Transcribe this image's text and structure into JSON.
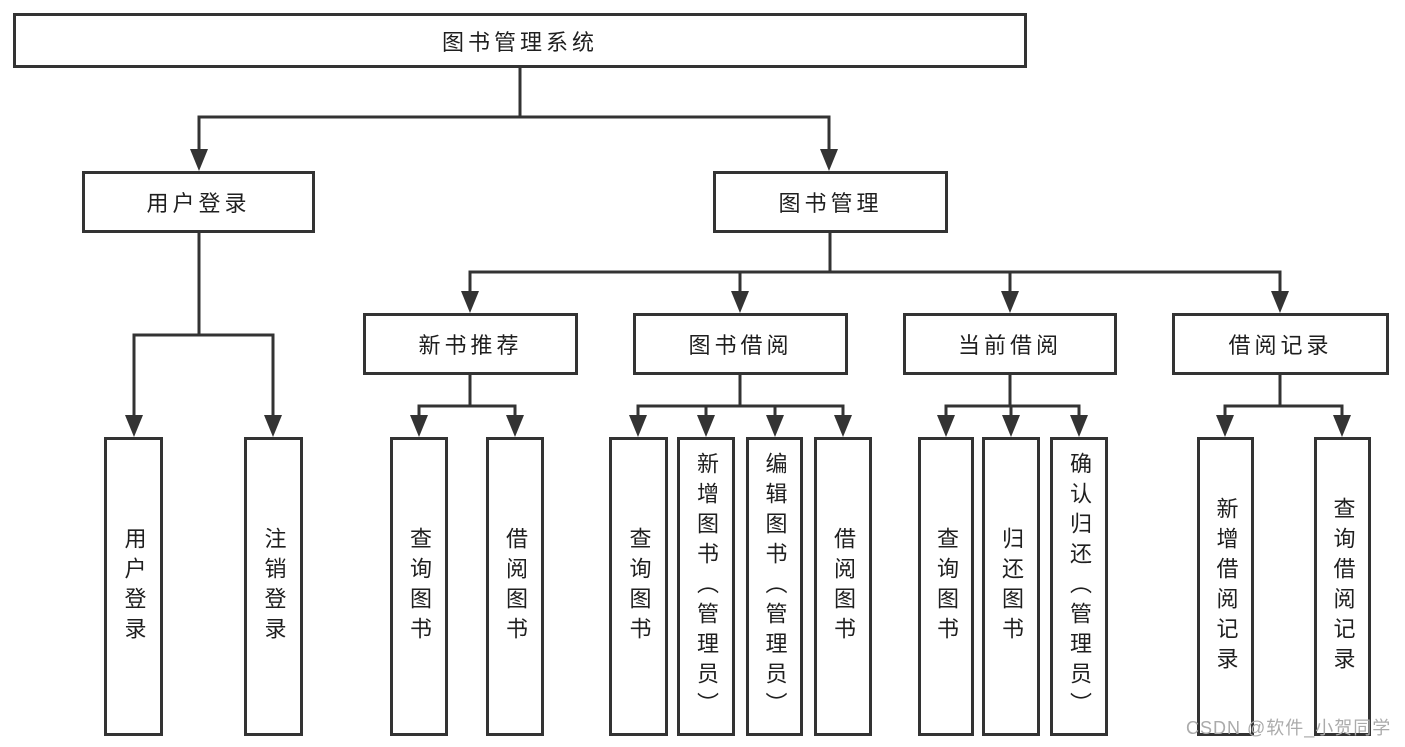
{
  "tree": {
    "root": {
      "label": "图书管理系统"
    },
    "branches": [
      {
        "label": "用户登录",
        "leaves": [
          "用户登录",
          "注销登录"
        ]
      },
      {
        "label": "图书管理",
        "children": [
          {
            "label": "新书推荐",
            "leaves": [
              "查询图书",
              "借阅图书"
            ]
          },
          {
            "label": "图书借阅",
            "leaves": [
              "查询图书",
              "新增图书（管理员）",
              "编辑图书（管理员）",
              "借阅图书"
            ]
          },
          {
            "label": "当前借阅",
            "leaves": [
              "查询图书",
              "归还图书",
              "确认归还（管理员）"
            ]
          },
          {
            "label": "借阅记录",
            "leaves": [
              "新增借阅记录",
              "查询借阅记录"
            ]
          }
        ]
      }
    ]
  },
  "watermark": {
    "label": "CSDN @软件_小贺同学",
    "color": "#ababab"
  },
  "colors": {
    "line": "#333333",
    "box_border": "#333333",
    "text": "#1f1f1f",
    "background": "#ffffff"
  }
}
